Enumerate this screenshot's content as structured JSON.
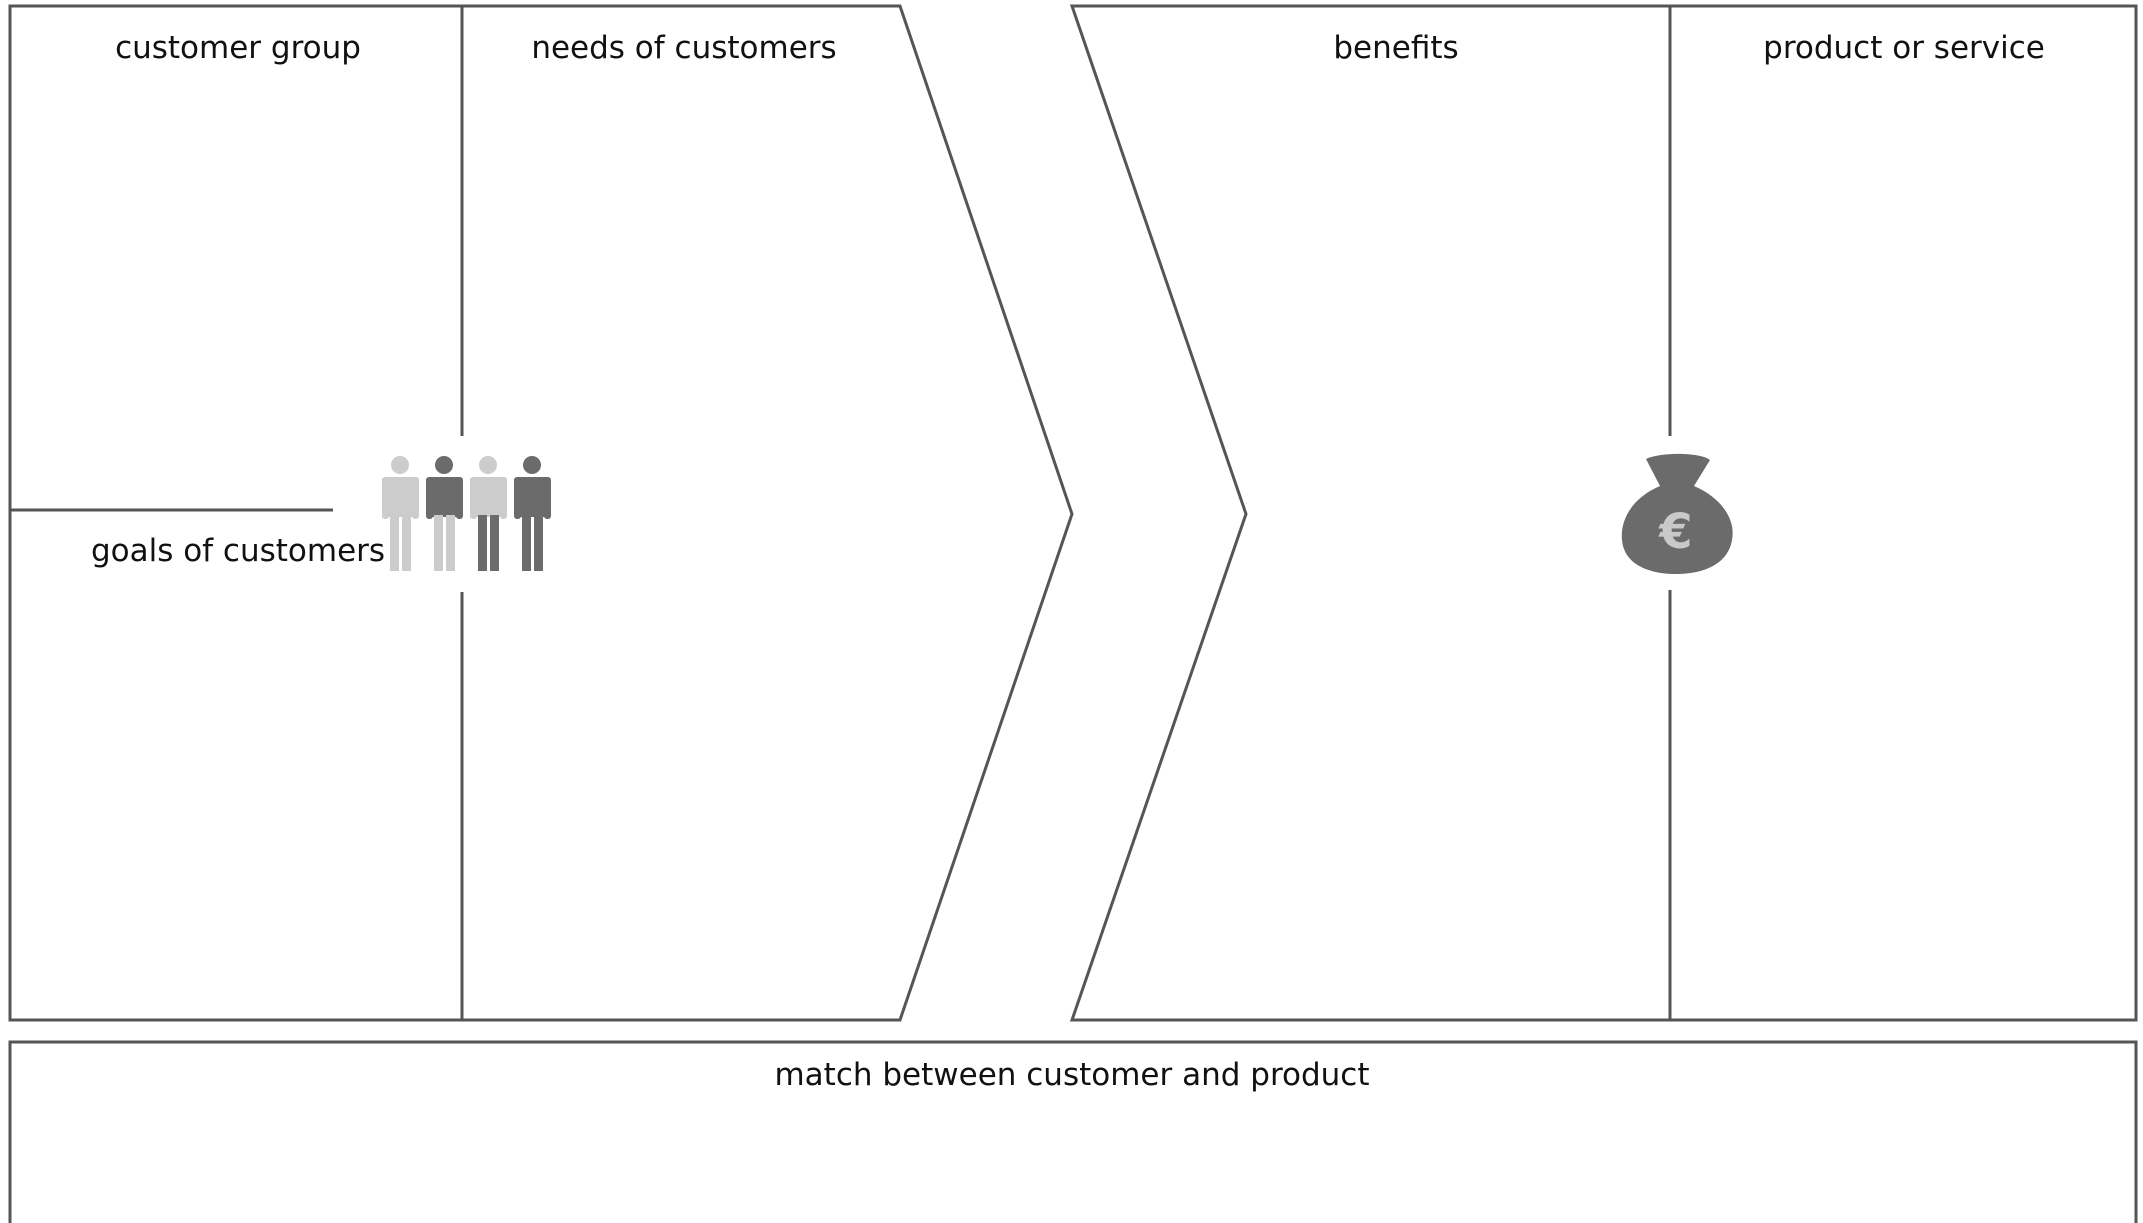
{
  "customer_side": {
    "customer_group_label": "customer group",
    "needs_label": "needs of customers",
    "goals_label": "goals of customers",
    "icon": "people-icon"
  },
  "product_side": {
    "benefits_label": "benefits",
    "product_label": "product or service",
    "icon": "money-bag-euro-icon",
    "currency_symbol": "€"
  },
  "bottom": {
    "match_label": "match between customer and product"
  },
  "colors": {
    "line": "#555555",
    "icon_dark": "#6b6b6b",
    "icon_light": "#cccccc",
    "text": "#111111"
  }
}
